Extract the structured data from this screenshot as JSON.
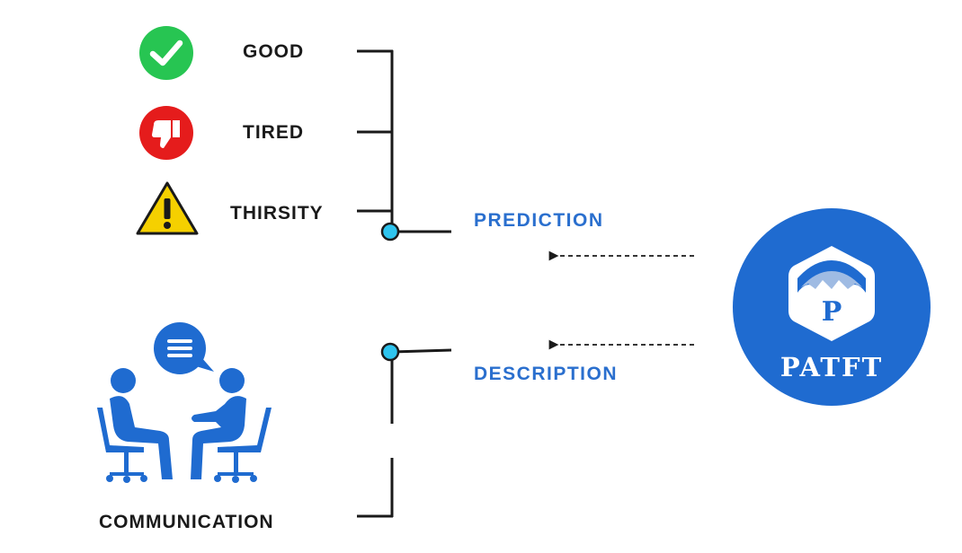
{
  "states": {
    "good": {
      "label": "GOOD",
      "icon": "check-circle-icon",
      "color": "#27c552"
    },
    "tired": {
      "label": "TIRED",
      "icon": "thumbs-down-icon",
      "color": "#e51c1c"
    },
    "thirsty": {
      "label": "THIRSITY",
      "icon": "warning-triangle-icon",
      "color": "#f5d000"
    }
  },
  "prediction_label": "PREDICTION",
  "description_label": "DESCRIPTION",
  "communication_label": "COMMUNICATION",
  "communication_icon": "conversation-people-icon",
  "logo": {
    "text": "PATFT",
    "mark": "P",
    "color": "#1f6bd0"
  },
  "colors": {
    "accent_blue": "#2a6fce",
    "node_fill": "#2ec4ee",
    "line": "#1a1a1a"
  }
}
